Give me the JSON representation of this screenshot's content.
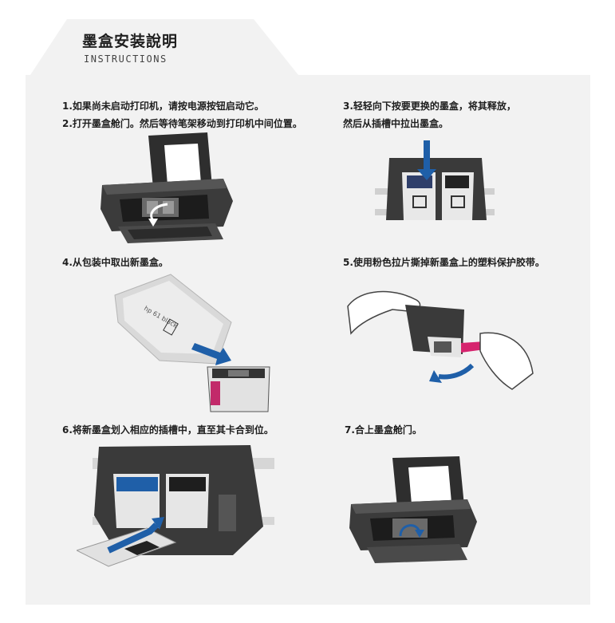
{
  "header": {
    "title": "墨盒安装說明",
    "subtitle": "INSTRUCTIONS"
  },
  "steps": [
    {
      "id": 1,
      "lines": [
        "1.如果尚未启动打印机，请按电源按钮启动它。",
        "2.打开墨盒舱门。然后等待笔架移动到打印机中间位置。"
      ]
    },
    {
      "id": 3,
      "lines": [
        "3.轻轻向下按要更换的墨盒，将其释放，",
        "然后从插槽中拉出墨盒。"
      ]
    },
    {
      "id": 4,
      "lines": [
        "4.从包装中取出新墨盒。"
      ]
    },
    {
      "id": 5,
      "lines": [
        "5.使用粉色拉片撕掉新墨盒上的塑料保护胶带。"
      ]
    },
    {
      "id": 6,
      "lines": [
        "6.将新墨盒划入相应的插槽中，直至其卡合到位。"
      ]
    },
    {
      "id": 7,
      "lines": [
        "7.合上墨盒舱门。"
      ]
    }
  ],
  "colors": {
    "panel": "#f2f2f2",
    "arrow": "#1f5fa8",
    "tab_pink": "#d6246e",
    "printer": "#3a3a3a"
  }
}
